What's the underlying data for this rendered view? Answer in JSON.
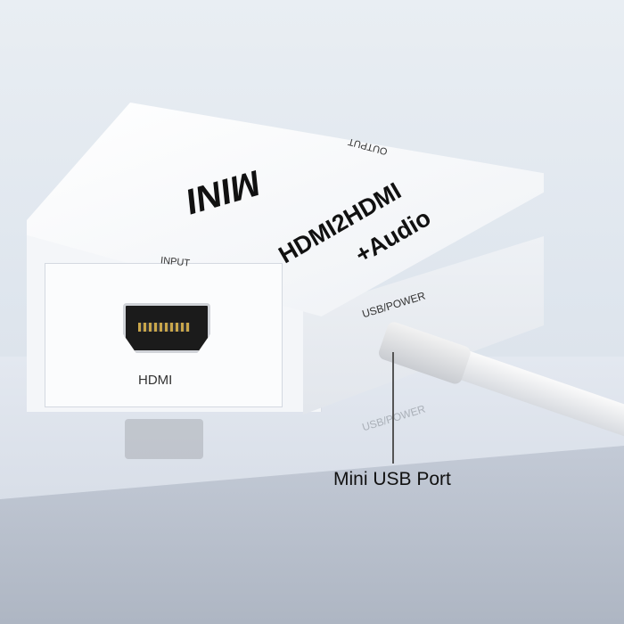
{
  "device": {
    "brand_label": "MINI",
    "model_label_line1": "HDMI2HDMI",
    "model_label_line2": "+Audio",
    "output_label": "OUTPUT",
    "input_label": "INPUT",
    "hdmi_label": "HDMI",
    "usb_label": "USB/POWER",
    "usb_reflection_label": "USB/POWER"
  },
  "annotation": {
    "callout": "Mini USB Port"
  }
}
